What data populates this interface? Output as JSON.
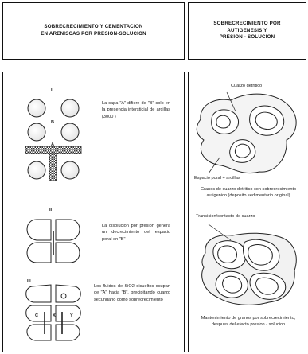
{
  "header": {
    "left_title_line1": "SOBRECRECIMIENTO Y CEMENTACION",
    "left_title_line2": "EN ARENISCAS POR PRESION-SOLUCION",
    "right_title_line1": "SOBRECRECIMIENTO POR",
    "right_title_line2": "AUTIGENESIS Y",
    "right_title_line3": "PRESION - SOLUCION"
  },
  "left_panel": {
    "label_i": "I",
    "label_ii": "II",
    "label_iii": "III",
    "label_b": "B",
    "label_a": "A",
    "label_c": "C",
    "label_x": "X",
    "label_y": "Y",
    "desc_i": "La capa \"A\" difiere de \"B\" solo en la presencia intersticial de arcillas (3000 )",
    "desc_ii": "La disolucion por presion genera un decrecimiento del espacio poral en \"B\"",
    "desc_iii": "Los fluidos de SiO2 disueltos ocupan de \"A\" hacia \"B\", precipitando cuarzo secundario como sobrecrecimiento"
  },
  "right_panel": {
    "label_cuarzo_detritico": "Cuarzo detritico",
    "label_espacio_poral": "Espacio poral + arcillas",
    "caption_top": "Granos de cuarzo detritico con sobrecrecimiento autigenico (deposito sedimentario original)",
    "label_transicion": "Transicion/contacto de cuarzo",
    "caption_bottom": "Mantenimiento de granos por sobrecrecimiento, despues del efecto presion - solucion"
  }
}
